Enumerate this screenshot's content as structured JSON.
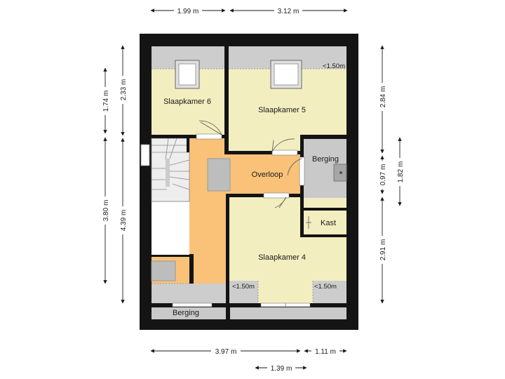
{
  "colors": {
    "wall": "#141414",
    "bedroom": "#f3eec0",
    "hall": "#f9c278",
    "storage": "#c9c9c9",
    "low_ceiling": "#cdcdcd",
    "white": "#ffffff"
  },
  "rooms": {
    "slaapkamer6": "Slaapkamer 6",
    "slaapkamer5": "Slaapkamer 5",
    "slaapkamer4": "Slaapkamer 4",
    "overloop": "Overloop",
    "berging_right": "Berging",
    "berging_bottom": "Berging",
    "kast": "Kast"
  },
  "ceiling_notes": {
    "top_right": "<1.50m",
    "bottom_left": "<1.50m",
    "bottom_right": "<1.50m"
  },
  "dimensions": {
    "top_left": "1.99 m",
    "top_right": "3.12 m",
    "bottom_main": "3.97 m",
    "bottom_small": "1.11 m",
    "bottom_second": "1.39 m",
    "left_outer_top": "1.74 m",
    "left_outer_bottom": "3.80 m",
    "left_inner_top": "2.33 m",
    "left_inner_bottom": "4.39 m",
    "right_outer_top": "2.84 m",
    "right_outer_mid": "0.97 m",
    "right_outer_bottom": "2.91 m",
    "right_far": "1.82 m"
  }
}
